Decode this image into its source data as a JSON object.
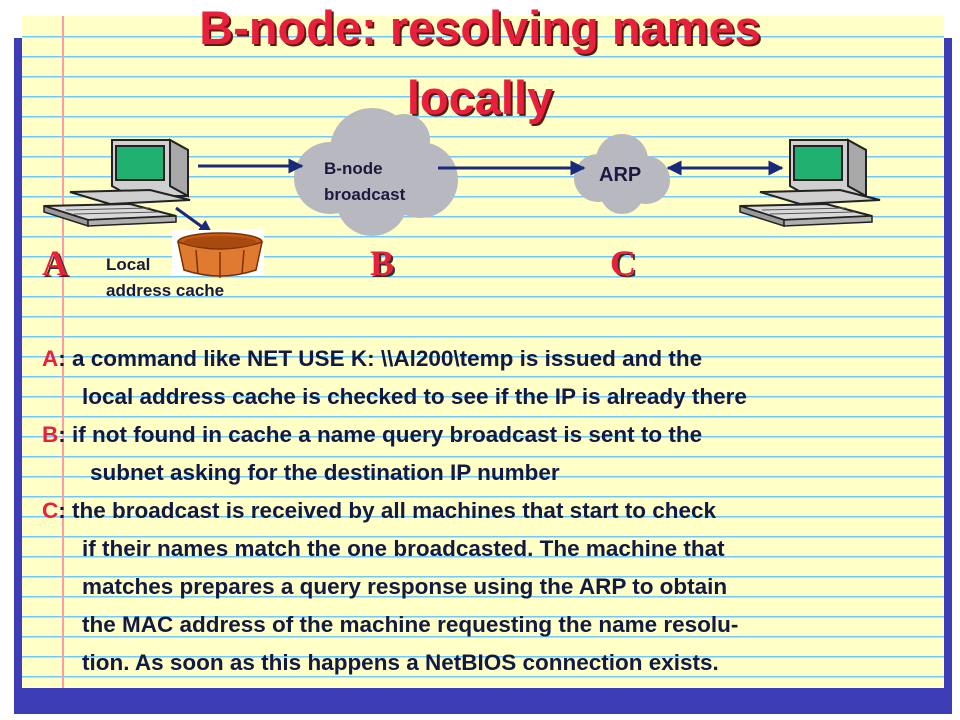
{
  "title": {
    "line1": "B-node: resolving names",
    "line2": "locally"
  },
  "diagram": {
    "node_a": "A",
    "node_b": "B",
    "node_c": "C",
    "cache_label_line1": "Local",
    "cache_label_line2": "address cache",
    "cloud_b_line1": "B-node",
    "cloud_b_line2": "broadcast",
    "cloud_arp": "ARP"
  },
  "body": [
    {
      "key": "A",
      "lines": [
        ": a command like NET USE K:  \\\\Al200\\temp is issued and  the",
        "local address cache is checked to see if the IP is already there"
      ]
    },
    {
      "key": "B",
      "lines": [
        ":  if not found in cache a name query broadcast is sent to the",
        "subnet asking for the destination IP number"
      ]
    },
    {
      "key": "C",
      "lines": [
        ":  the broadcast  is received by all machines  that start to check",
        "if their names match the one broadcasted. The machine that",
        "matches  prepares a query response using the ARP  to obtain",
        "the MAC address  of the machine requesting the name resolu-",
        "tion. As soon as this happens a NetBIOS connection exists."
      ]
    }
  ],
  "colors": {
    "accent_red": "#e8203c",
    "text_navy": "#111a44",
    "paper": "#ffffc6",
    "rule_line": "#6fc8ff",
    "frame": "#3d3db8"
  }
}
